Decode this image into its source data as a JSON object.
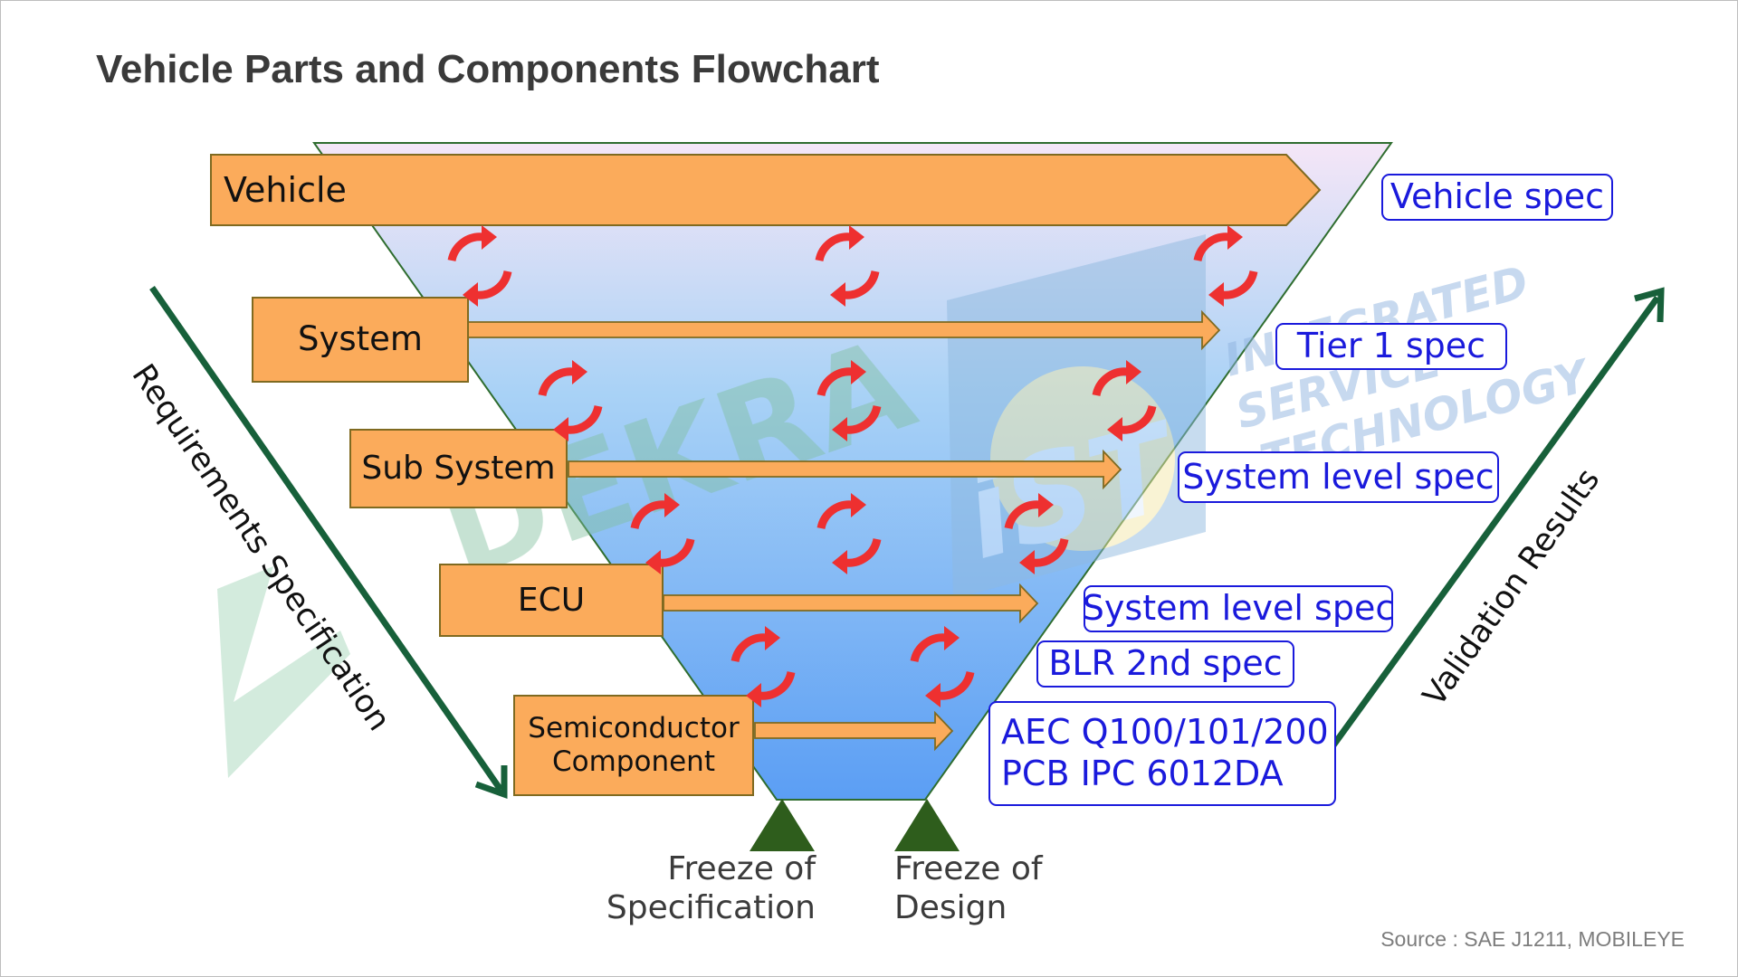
{
  "title": "Vehicle Parts and Components Flowchart",
  "levels": {
    "vehicle": "Vehicle",
    "system": "System",
    "sub_system": "Sub System",
    "ecu": "ECU",
    "semiconductor_line1": "Semiconductor",
    "semiconductor_line2": "Component"
  },
  "specs": {
    "vehicle_spec": "Vehicle spec",
    "tier1_spec": "Tier 1 spec",
    "system_level_spec_1": "System level spec",
    "system_level_spec_2": "System level spec",
    "blr_2nd_spec": "BLR 2nd spec",
    "aec_line1": "AEC Q100/101/200",
    "aec_line2": "PCB IPC 6012DA"
  },
  "axes": {
    "left": "Requirements Specification",
    "right": "Validation Results"
  },
  "freeze": {
    "spec_line1": "Freeze of",
    "spec_line2": "Specification",
    "design_line1": "Freeze of",
    "design_line2": "Design"
  },
  "watermark": {
    "dekra": "DEKRA",
    "ist_logo": "iST",
    "ist_line1": "INTEGRATED",
    "ist_line2": "SERVICE",
    "ist_line3": "TECHNOLOGY"
  },
  "source": "Source : SAE J1211, MOBILEYE",
  "colors": {
    "level_box": "#fbab5b",
    "level_border": "#7f6a20",
    "spec_blue": "#1a1adc",
    "arrow_green": "#17603a",
    "cycle_red": "#ee3030",
    "funnel_top": "#f4e7f6",
    "funnel_bottom": "#5a9ef3",
    "triangle": "#2e5d1c"
  },
  "icons": {
    "cycle": "refresh-cycle-icon",
    "freeze_marker": "triangle-marker-icon"
  }
}
